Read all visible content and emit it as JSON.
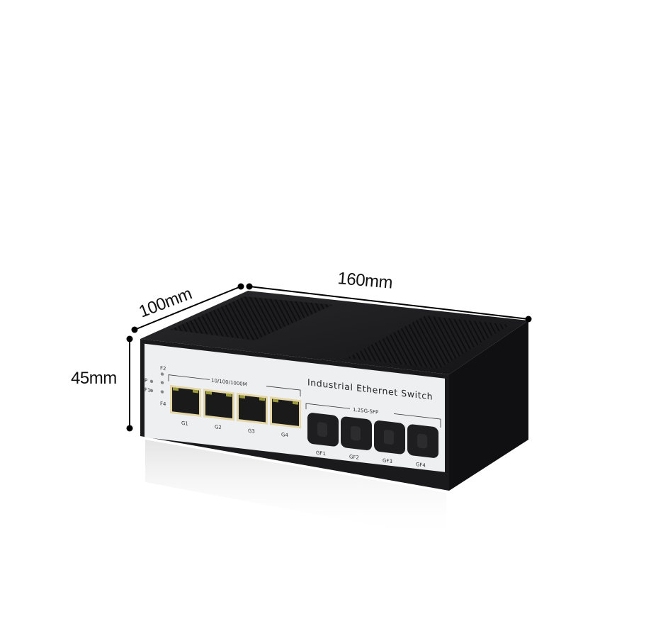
{
  "dimensions": {
    "depth": "100mm",
    "width": "160mm",
    "height": "45mm"
  },
  "device": {
    "title": "Industrial Ethernet Switch",
    "rj45_group_label": "10/100/1000M",
    "sfp_group_label": "1.25G-SFP",
    "led_labels": [
      "F2",
      "P",
      "F1",
      "F4"
    ],
    "rj45_ports": [
      "G1",
      "G2",
      "G3",
      "G4"
    ],
    "sfp_ports": [
      "GF1",
      "GF2",
      "GF3",
      "GF4"
    ]
  },
  "colors": {
    "housing": "#1b1b1d",
    "panel": "#eeeff1",
    "port_frame": "#e6d7a8",
    "sfp_cover": "#1e1e20"
  }
}
